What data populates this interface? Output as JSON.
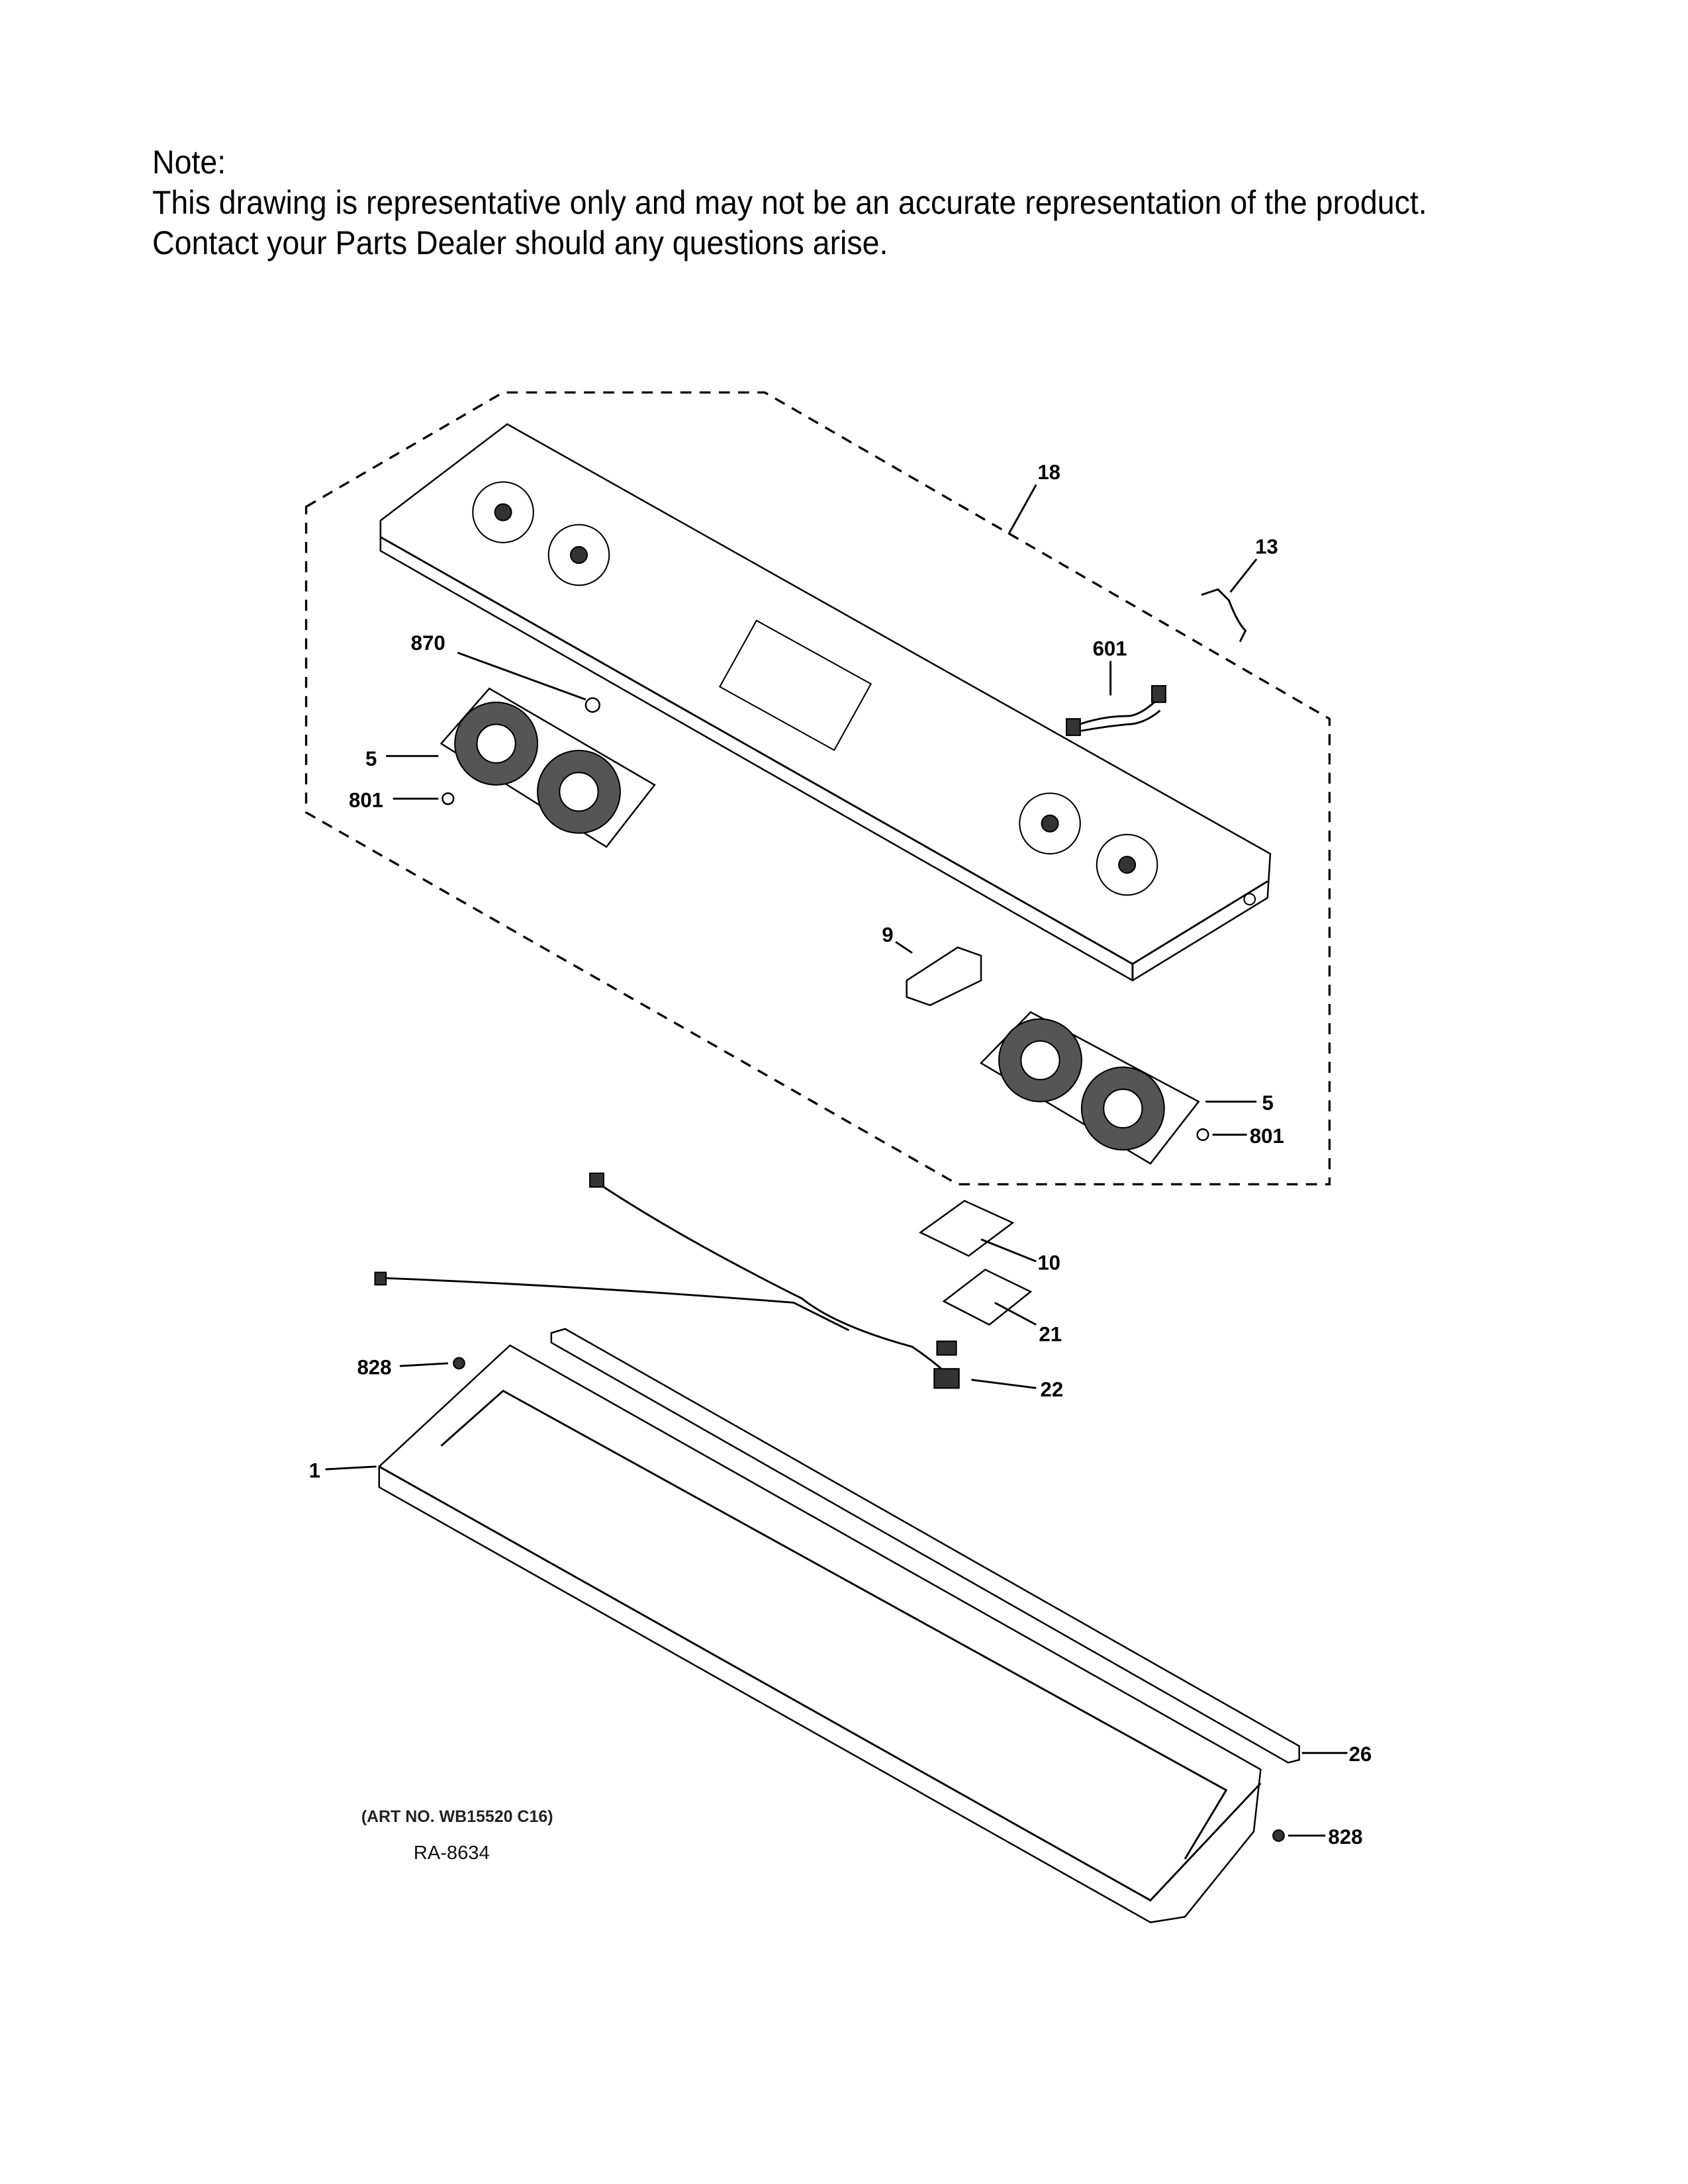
{
  "note": {
    "heading": "Note:",
    "line1": "This drawing is representative only and may not be an accurate representation of the product.",
    "line2": "Contact your Parts Dealer should any questions arise."
  },
  "callouts": {
    "c18": "18",
    "c13": "13",
    "c601": "601",
    "c870": "870",
    "c5a": "5",
    "c801a": "801",
    "c9": "9",
    "c5b": "5",
    "c801b": "801",
    "c10": "10",
    "c21": "21",
    "c22": "22",
    "c828a": "828",
    "c1": "1",
    "c26": "26",
    "c828b": "828"
  },
  "art_no": "(ART NO. WB15520 C16)",
  "ref": "RA-8634"
}
